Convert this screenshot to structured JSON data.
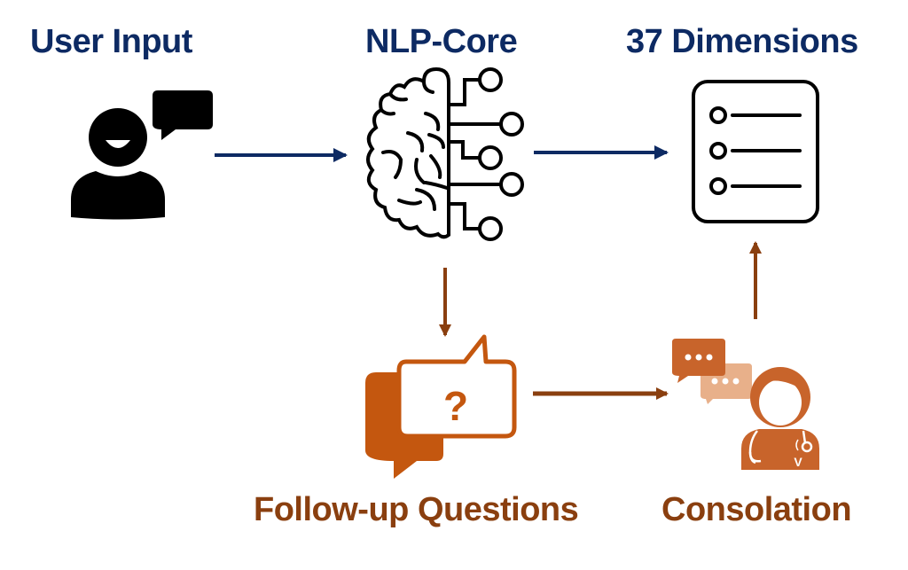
{
  "diagram": {
    "nodes": [
      {
        "id": "user-input",
        "label": "User Input",
        "icon": "user-speech-icon"
      },
      {
        "id": "nlp-core",
        "label": "NLP-Core",
        "icon": "brain-circuit-icon"
      },
      {
        "id": "dimensions",
        "label": "37 Dimensions",
        "icon": "checklist-icon"
      },
      {
        "id": "follow-up",
        "label": "Follow-up Questions",
        "icon": "question-chat-icon"
      },
      {
        "id": "consolation",
        "label": "Consolation",
        "icon": "doctor-chat-icon"
      }
    ],
    "edges": [
      {
        "from": "user-input",
        "to": "nlp-core"
      },
      {
        "from": "nlp-core",
        "to": "dimensions"
      },
      {
        "from": "nlp-core",
        "to": "follow-up"
      },
      {
        "from": "follow-up",
        "to": "consolation"
      },
      {
        "from": "consolation",
        "to": "dimensions"
      }
    ],
    "question_mark": "?",
    "colors": {
      "navy": "#0d2a63",
      "brown": "#8a3f0f",
      "orange": "#c4570f",
      "orange_light": "#e8b08a",
      "doctor": "#c8642b",
      "black": "#000000"
    }
  }
}
